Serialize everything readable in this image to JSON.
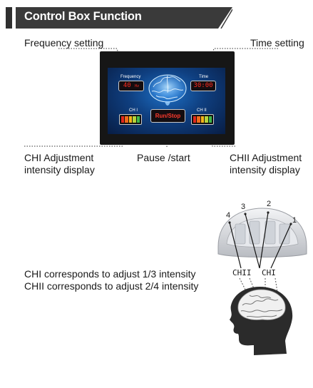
{
  "header": {
    "title": "Control Box Function"
  },
  "labels": {
    "frequency_setting": "Frequency setting",
    "time_setting": "Time setting",
    "ch1_adjust_line1": "CHI Adjustment",
    "ch1_adjust_line2": "intensity display",
    "pause_start": "Pause /start",
    "ch2_adjust_line1": "CHII Adjustment",
    "ch2_adjust_line2": "intensity display"
  },
  "screen": {
    "frequency_label": "Frequency",
    "frequency_value": "40",
    "frequency_unit": "Hz",
    "time_label": "Time",
    "time_value": "30:00",
    "ch1_label": "CH I",
    "ch2_label": "CH II",
    "run_stop": "Run/Stop"
  },
  "helmet": {
    "numbers": [
      "4",
      "3",
      "2",
      "1"
    ],
    "ch2_label": "CHII",
    "ch1_label": "CHI"
  },
  "notes": {
    "line1": "CHI corresponds to adjust 1/3 intensity",
    "line2": "CHII corresponds to adjust 2/4 intensity"
  },
  "colors": {
    "header_bg": "#3a3a3a",
    "panel_bg": "#161616",
    "screen_blue": "#1d6fc4",
    "readout_red": "#ff2a1f",
    "meter_levels": [
      "#e0281c",
      "#f06a1a",
      "#f4b41a",
      "#b6d33a",
      "#3fb84a"
    ]
  },
  "icons": {
    "brain_screen": "brain-icon",
    "helmet": "helmet-icon",
    "head": "head-silhouette-icon"
  }
}
